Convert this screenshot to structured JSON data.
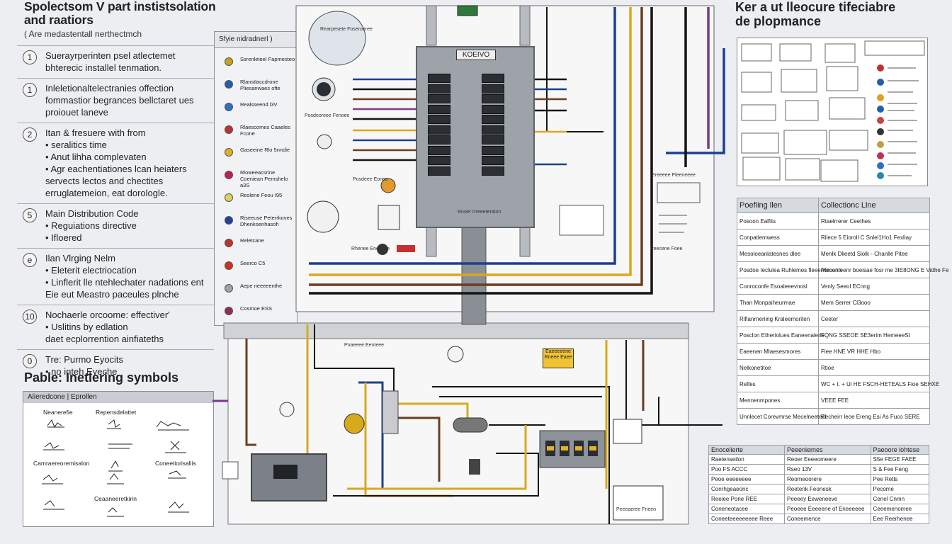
{
  "header": {
    "title_line1": "Spolectsom V part instistsolation",
    "title_line2": "and raatiors",
    "subtitle": "( Are medastentall nerthectmch"
  },
  "steps": [
    {
      "num": "1",
      "lines": [
        "Suerayrperinten psel atlectemet",
        "bhterecic installel tenmation."
      ]
    },
    {
      "num": "1",
      "lines": [
        "Inleletionaltelectranies offection",
        "fommastior begrances bellctaret ues",
        "proiouet laneve"
      ]
    },
    {
      "num": "2",
      "lines": [
        "Itan & fresuere with from",
        "• seralitics time",
        "• Anut lihha complevaten",
        "• Agr eachentiationes lcan heiaters",
        "   servects lectos and chectites",
        "   erruglatemeion, eat dorologle."
      ]
    },
    {
      "num": "5",
      "lines": [
        "Main Distribution Code",
        "• Reguiations directive",
        "• Ifloered"
      ]
    },
    {
      "num": "e",
      "lines": [
        "Ilan Vlrging Nelm",
        "• Eleterit electriocation",
        "• Linflerit lle ntehlechater nadations ent",
        "   Eie eut Meastro paceules plnche"
      ]
    },
    {
      "num": "10",
      "lines": [
        "Nochaerle orcoome: effectiver'",
        "• Uslitins by edlation",
        "   daet ecplorrention ainfiateths"
      ]
    },
    {
      "num": "0",
      "lines": [
        "Tre: Purmo Eyocits",
        "• no inteh Eyeche"
      ]
    }
  ],
  "symbols": {
    "title": "Pable: Inetlering symbols",
    "box_head": "Alieredcone | Eprollen",
    "labels": [
      "Neanerefie",
      "Repensdelattet",
      "Camraereoremisalon",
      "Coneetiorisaliis",
      "Ceaaneeretkirin"
    ]
  },
  "legend": {
    "head": "Sfyie nidradnerl )",
    "items": [
      {
        "color": "#c8a020",
        "text": "Ssrenleteel Fapmesteo"
      },
      {
        "color": "#2060b0",
        "text": "Rlanstlaccdrone Pliesanwaes ofte"
      },
      {
        "color": "#3070c0",
        "text": "Realsseend l3V"
      },
      {
        "color": "#c03030",
        "text": "Rlaescomes Caaeles Fcone"
      },
      {
        "color": "#e0b020",
        "text": "Gaseeine Rlo 5nndie"
      },
      {
        "color": "#c02050",
        "text": "Rloweeacsrine Coeniean Pemshelo a3S"
      },
      {
        "color": "#e0d060",
        "text": "Reslene Feou I95"
      },
      {
        "color": "#2040a0",
        "text": "Riseeuse Peterrkoves Dhenkoenhasoh"
      },
      {
        "color": "#c03030",
        "text": "Reletcane"
      },
      {
        "color": "#d03020",
        "text": "Seerco C5"
      },
      {
        "color": "#a0a0a8",
        "text": "Aepe neeeeenthe"
      },
      {
        "color": "#903050",
        "text": "Cosmoe ESS"
      }
    ]
  },
  "panel": {
    "label": "KOEIVO",
    "bottom_label": "Rnoer rrreeeteraton"
  },
  "right": {
    "head_line1": "Ker a ut lleocure tifeciabre",
    "head_line2": "de plopmance"
  },
  "table1": {
    "headers": [
      "Poefiing llen",
      "Collectionc Llne"
    ],
    "rows": [
      [
        "Posoon Ealfits",
        "Rtaelrrerer Ceethes"
      ],
      [
        "Conpatiemwess",
        "Rilece 5 Eioroll C Snlel1Ho1 Fexliay"
      ],
      [
        "Mesoloeanlatesnes dlee",
        "Menlk Dlieetd Siolk - Chanlle Pitee"
      ],
      [
        "Posdoe Ieclulea Ruhlemes fleeeneroonn",
        "Plocenteenr boeisae fosr me 3IE8ONG E Vidhe Fe"
      ],
      [
        "Conroconfe Esoaleeevnosl",
        "Venly Seeol ECnng"
      ],
      [
        "Than Monpaiheurmae",
        "Mem Serrer Cl3ooo"
      ],
      [
        "Riflanrneriing Kraleemoriten",
        "Ceeter"
      ],
      [
        "Posclon Etheriolues Eaneenalerls",
        "FQNG SSEOE SE3erim HemeeeSt"
      ],
      [
        "Eaeenen Mlaesesmores",
        "Fiee HNE VR HHE Hbo"
      ],
      [
        "Nelkonetitoe",
        "Rtioe"
      ],
      [
        "Relfes",
        "WC + t. + Ui HE FSCH-HETEALS Fioe SEHXE"
      ],
      [
        "Mennenmpones",
        "VEEE FEE"
      ],
      [
        "Unnlecet Corevmrse Mecelneetecl",
        "Recheirr leoe Ereng Esi As Fuco SERE"
      ]
    ]
  },
  "table2": {
    "headers": [
      "Enocelierte",
      "Peeeniernes",
      "Paeoore lohtese"
    ],
    "rows": [
      [
        "Raetenseilon",
        "Reoer Eeeeomeere",
        "S5e FEGE FAEE"
      ],
      [
        "Poo FS ACCC",
        "Rseo 13V",
        "S & Fee Feng"
      ],
      [
        "Peoe eeeeeeee",
        "Reomeoorere",
        "Pee Retls"
      ],
      [
        "Conrhgeaeonc",
        "Reetenk Feonesk",
        "Pecome"
      ],
      [
        "Reeiee Pone REE",
        "Peeeey Eeweneeve",
        "Cenel Cnmn"
      ],
      [
        "Coneneotacee",
        "Peoeee Eeeeene of Eneeeeee",
        "Ceeemenomee"
      ],
      [
        "Coneeteeeeeeeee Reee",
        "Coneemence",
        "Eee Reerhenee"
      ]
    ]
  },
  "annotations": {
    "top_box": "Rearpesete Foseroeree",
    "label_a": "Posdeoreee Fenoee",
    "label_b": "Posdeee Eones",
    "label_c": "Rhenee Eneleete",
    "label_d": "Ereeeee Pleeneeee",
    "label_e": "Peecene Foee",
    "label_f": "Pnaeeee Eenteee",
    "yellow": "Eaeeeeene Rneee Eaee",
    "bottom_box_label": "Peeeaeree Fneen"
  },
  "colors": {
    "wire_blue": "#1d3f8f",
    "wire_brown": "#6b3d1f",
    "wire_yellow": "#d8a91c",
    "wire_purple": "#7a3a86",
    "wire_black": "#141414",
    "panel_gray": "#9ea3aa"
  }
}
